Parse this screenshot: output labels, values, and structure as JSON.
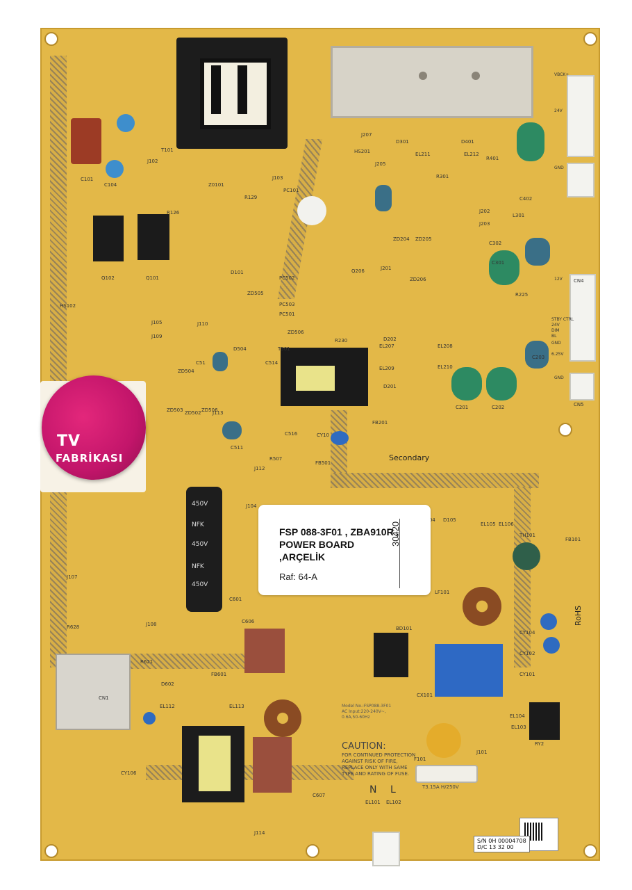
{
  "logo": {
    "line1": "TV",
    "line2": "FABRİKASI"
  },
  "sticker": {
    "title": "FSP 088-3F01 , ZBA910R , POWER BOARD ,ARÇELİK",
    "shelf": "Raf:  64-A",
    "code": "30420"
  },
  "silkscreen": {
    "secondary": "Secondary",
    "caution": "CAUTION:",
    "caution_text": "FOR CONTINUED PROTECTION AGAINST RISK OF FIRE, REPLACE ONLY WITH SAME TYPE AND RATING OF FUSE.",
    "n": "N",
    "l": "L",
    "rohs": "RoHS",
    "model_line": "Model No.:FSP088-3F01",
    "ac_input": "AC Input:220-240V~,",
    "freq": "0.6A,50-60Hz",
    "fuse": "T3.15A H/250V",
    "serial": "S/N 0H 00004708",
    "date": "D/C 13 32 00",
    "capacitor_brand": "NFK",
    "capacitor_rating": "450V",
    "ref_labels": [
      "T101",
      "J102",
      "C101",
      "C104",
      "Z0101",
      "R129",
      "PC101",
      "J103",
      "J205",
      "HS201",
      "J207",
      "D301",
      "D401",
      "EL211",
      "EL212",
      "R401",
      "R301",
      "J202",
      "J203",
      "L301",
      "C302",
      "C301",
      "C402",
      "Q102",
      "Q101",
      "HS102",
      "R126",
      "D101",
      "PC502",
      "PC503",
      "PC501",
      "Q206",
      "ZD204",
      "ZD205",
      "ZD206",
      "J201",
      "R230",
      "T501",
      "D202",
      "D201",
      "EL207",
      "EL208",
      "EL209",
      "EL210",
      "C201",
      "C202",
      "C203",
      "R225",
      "CN4",
      "CN5",
      "J105",
      "J109",
      "J110",
      "ZD505",
      "ZD506",
      "D504",
      "C514",
      "C51",
      "ZD504",
      "ZD503",
      "ZD502",
      "ZD506",
      "J113",
      "C511",
      "R507",
      "C516",
      "FB501",
      "CY10",
      "FB201",
      "J112",
      "J104",
      "J107",
      "R628",
      "J108",
      "R621",
      "C606",
      "C601",
      "D602",
      "EL112",
      "EL113",
      "FB601",
      "D104",
      "D105",
      "EL105",
      "EL106",
      "TH101",
      "LF101",
      "FB101",
      "CY104",
      "CY102",
      "CY101",
      "BD101",
      "CX101",
      "F101",
      "J101",
      "EL101",
      "EL102",
      "J114",
      "CY106",
      "C607",
      "CN1",
      "EL104",
      "EL103",
      "RY2"
    ],
    "connector_labels": [
      "VBCK+",
      "24V",
      "GND",
      "12V",
      "STBY CTRL",
      "24V",
      "DIM",
      "BL",
      "GND",
      "6.25V",
      "GND"
    ]
  }
}
